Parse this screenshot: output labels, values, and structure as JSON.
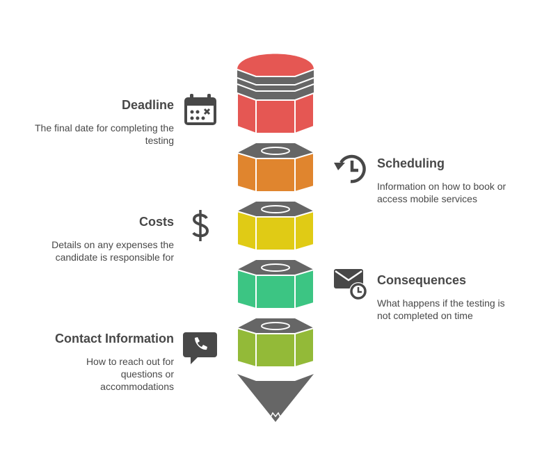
{
  "colors": {
    "red": "#E55753",
    "orange": "#E0852E",
    "yellow": "#E0CB15",
    "green": "#3CC583",
    "lime": "#93BA38",
    "gray": "#666666",
    "text": "#484848"
  },
  "items": [
    {
      "title": "Deadline",
      "description": "The final date for completing the testing",
      "icon": "calendar-icon",
      "side": "left"
    },
    {
      "title": "Scheduling",
      "description": "Information on how to book or access mobile services",
      "icon": "history-clock-icon",
      "side": "right"
    },
    {
      "title": "Costs",
      "description": "Details on any expenses the candidate is responsible for",
      "icon": "dollar-icon",
      "side": "left"
    },
    {
      "title": "Consequences",
      "description": "What happens if the testing is not completed on time",
      "icon": "mail-clock-icon",
      "side": "right"
    },
    {
      "title": "Contact Information",
      "description": "How to reach out for questions or accommodations",
      "icon": "phone-chat-icon",
      "side": "left"
    }
  ]
}
